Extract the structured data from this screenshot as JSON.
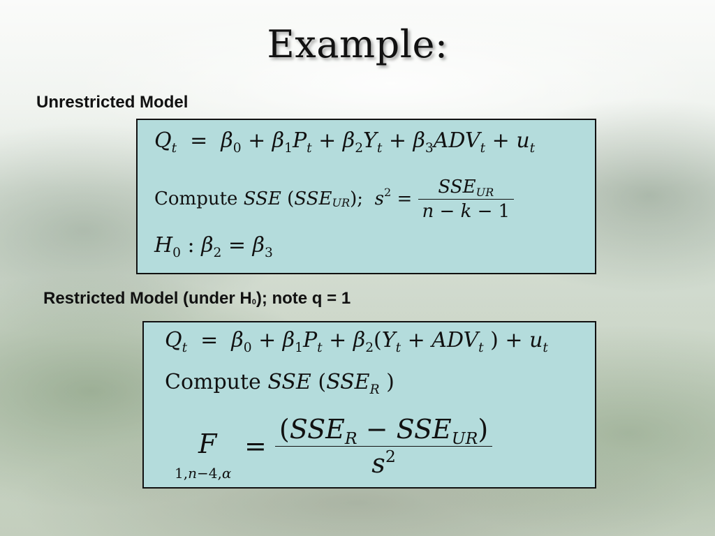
{
  "slide": {
    "title": "Example:",
    "unrestricted_label": "Unrestricted Model",
    "restricted_label_pre": "Restricted Model (under H",
    "restricted_label_sub": "0",
    "restricted_label_post": "); note q = 1"
  },
  "box1": {
    "eq1": "Qt  =  β0 + β1Pt + β2Yt + β3ADVt + ut",
    "compute_word": "Compute",
    "compute_expr": "SSE (SSEUR);  s² =",
    "frac_num": "SSEUR",
    "frac_den": "n − k − 1",
    "hypothesis": "H0 : β2 = β3"
  },
  "box2": {
    "eq1": "Qt  =  β0 + β1Pt + β2(Yt + ADVt ) + ut",
    "compute_word": "Compute",
    "compute_expr": "SSE (SSER )",
    "f_lhs": "F",
    "f_sub": "1,n−4,α",
    "frac_num": "(SSER − SSEUR)",
    "frac_den": "s²"
  }
}
